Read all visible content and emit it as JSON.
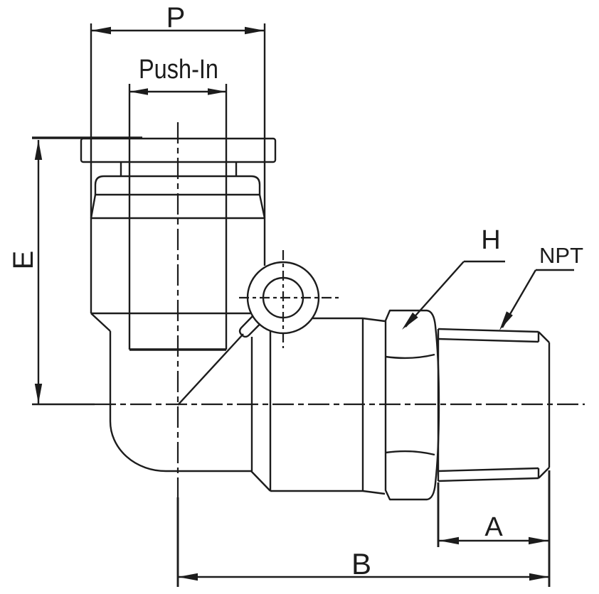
{
  "drawing": {
    "background_color": "#ffffff",
    "line_color": "#1c1c1c",
    "labels": {
      "p": "P",
      "push_in": "Push-In",
      "e": "E",
      "h": "H",
      "npt": "NPT",
      "a": "A",
      "b": "B"
    }
  }
}
